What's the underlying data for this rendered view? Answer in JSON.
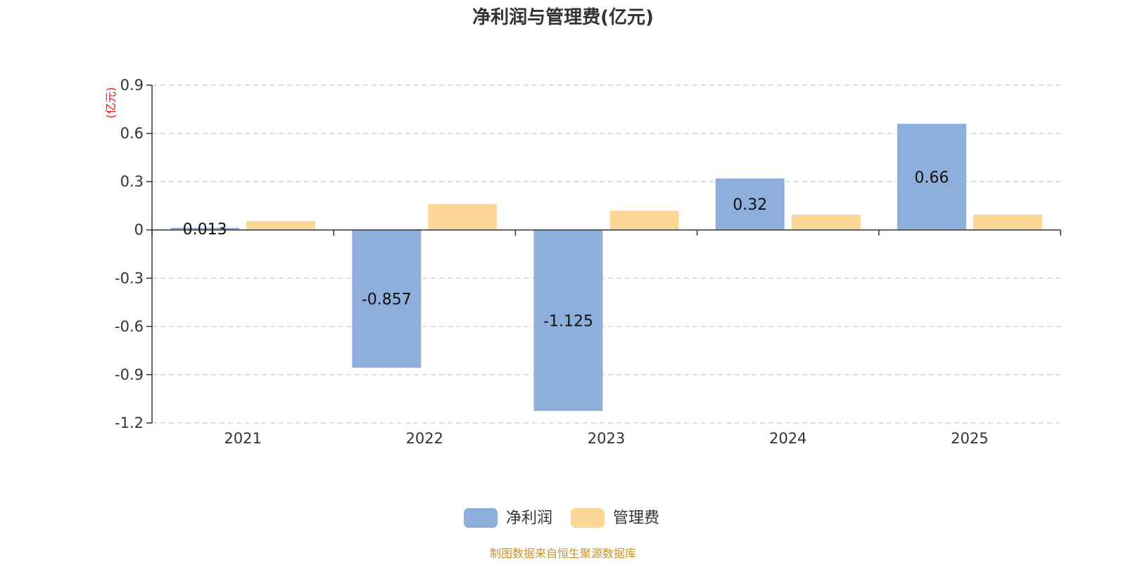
{
  "chart_data": {
    "type": "bar",
    "title": "净利润与管理费(亿元)",
    "unit_label": "(亿元)",
    "categories": [
      "2021",
      "2022",
      "2023",
      "2024",
      "2025"
    ],
    "series": [
      {
        "name": "净利润",
        "values": [
          0.013,
          -0.857,
          -1.125,
          0.32,
          0.66
        ],
        "data_labels": [
          "0.013",
          "-0.857",
          "-1.125",
          "0.32",
          "0.66"
        ],
        "color": "#8eaedb"
      },
      {
        "name": "管理费",
        "values": [
          0.055,
          0.16,
          0.12,
          0.095,
          0.095
        ],
        "color": "#fdd797"
      }
    ],
    "ylim": [
      -1.2,
      0.9
    ],
    "yticks": [
      0.9,
      0.6,
      0.3,
      0,
      -0.3,
      -0.6,
      -0.9,
      -1.2
    ],
    "ytick_labels": [
      "0.9",
      "0.6",
      "0.3",
      "0",
      "-0.3",
      "-0.6",
      "-0.9",
      "-1.2"
    ],
    "grid": true,
    "legend_position": "bottom-center",
    "source": "制图数据来自恒生聚源数据库"
  }
}
